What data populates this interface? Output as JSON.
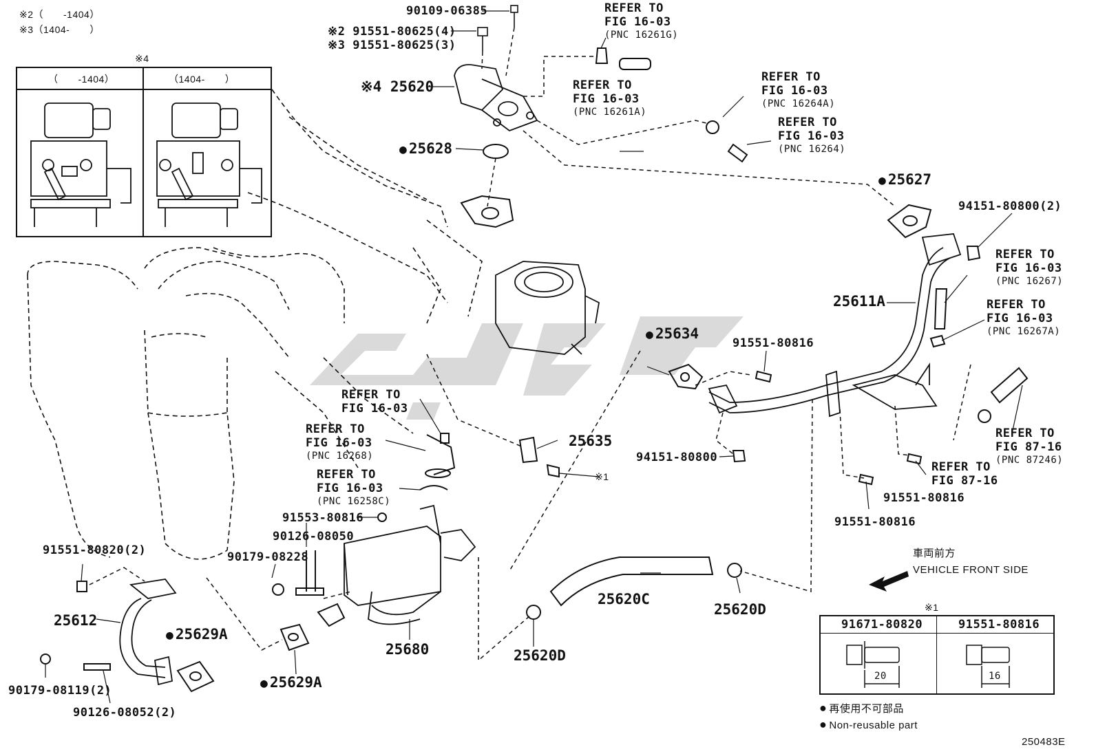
{
  "notes": {
    "note2": "※2（　　-1404）",
    "note3": "※3（1404-　　）",
    "inset_mark": "※4",
    "inset_left_header": "（　　-1404）",
    "inset_right_header": "（1404-　　）"
  },
  "parts": {
    "p90109": "90109-06385",
    "p91551_80625_4": "※2 91551-80625(4)",
    "p91551_80625_3": "※3 91551-80625(3)",
    "p25620": "※4 25620",
    "p25628": "25628",
    "p25627": "25627",
    "p94151_2": "94151-80800(2)",
    "p25611A": "25611A",
    "p25634": "25634",
    "p91551_80816_a": "91551-80816",
    "p25635": "25635",
    "p94151": "94151-80800",
    "note1_ref": "※1",
    "p91553": "91553-80816",
    "p90126_08050": "90126-08050",
    "p90179_08228": "90179-08228",
    "p91551_80820": "91551-80820(2)",
    "p25612": "25612",
    "p25629A_1": "25629A",
    "p25629A_2": "25629A",
    "p25680": "25680",
    "p25620C": "25620C",
    "p25620D_1": "25620D",
    "p25620D_2": "25620D",
    "p91551_80816_b": "91551-80816",
    "p91551_80816_c": "91551-80816",
    "p90179_08119": "90179-08119(2)",
    "p90126_08052": "90126-08052(2)"
  },
  "refs": {
    "r16261G": {
      "l1": "REFER TO",
      "l2": "FIG 16-03",
      "l3": "(PNC 16261G)"
    },
    "r16261A": {
      "l1": "REFER TO",
      "l2": "FIG 16-03",
      "l3": "(PNC 16261A)"
    },
    "r16264A": {
      "l1": "REFER TO",
      "l2": "FIG 16-03",
      "l3": "(PNC 16264A)"
    },
    "r16264": {
      "l1": "REFER TO",
      "l2": "FIG 16-03",
      "l3": "(PNC 16264)"
    },
    "r16267": {
      "l1": "REFER TO",
      "l2": "FIG 16-03",
      "l3": "(PNC 16267)"
    },
    "r16267A": {
      "l1": "REFER TO",
      "l2": "FIG 16-03",
      "l3": "(PNC 16267A)"
    },
    "r87246": {
      "l1": "REFER TO",
      "l2": "FIG 87-16",
      "l3": "(PNC 87246)"
    },
    "r87_16": {
      "l1": "REFER TO",
      "l2": "FIG 87-16"
    },
    "r16_03": {
      "l1": "REFER TO",
      "l2": "FIG 16-03"
    },
    "r16268": {
      "l1": "REFER TO",
      "l2": "FIG 16-03",
      "l3": "(PNC 16268)"
    },
    "r16258C": {
      "l1": "REFER TO",
      "l2": "FIG 16-03",
      "l3": "(PNC 16258C)"
    }
  },
  "front": {
    "jp": "車両前方",
    "en": "VEHICLE FRONT SIDE"
  },
  "bolt_table": {
    "mark": "※1",
    "col1": "91671-80820",
    "col2": "91551-80816",
    "dim1": "20",
    "dim2": "16"
  },
  "legend": {
    "jp": "再使用不可部品",
    "en": "Non-reusable part"
  },
  "diagram_code": "250483E"
}
